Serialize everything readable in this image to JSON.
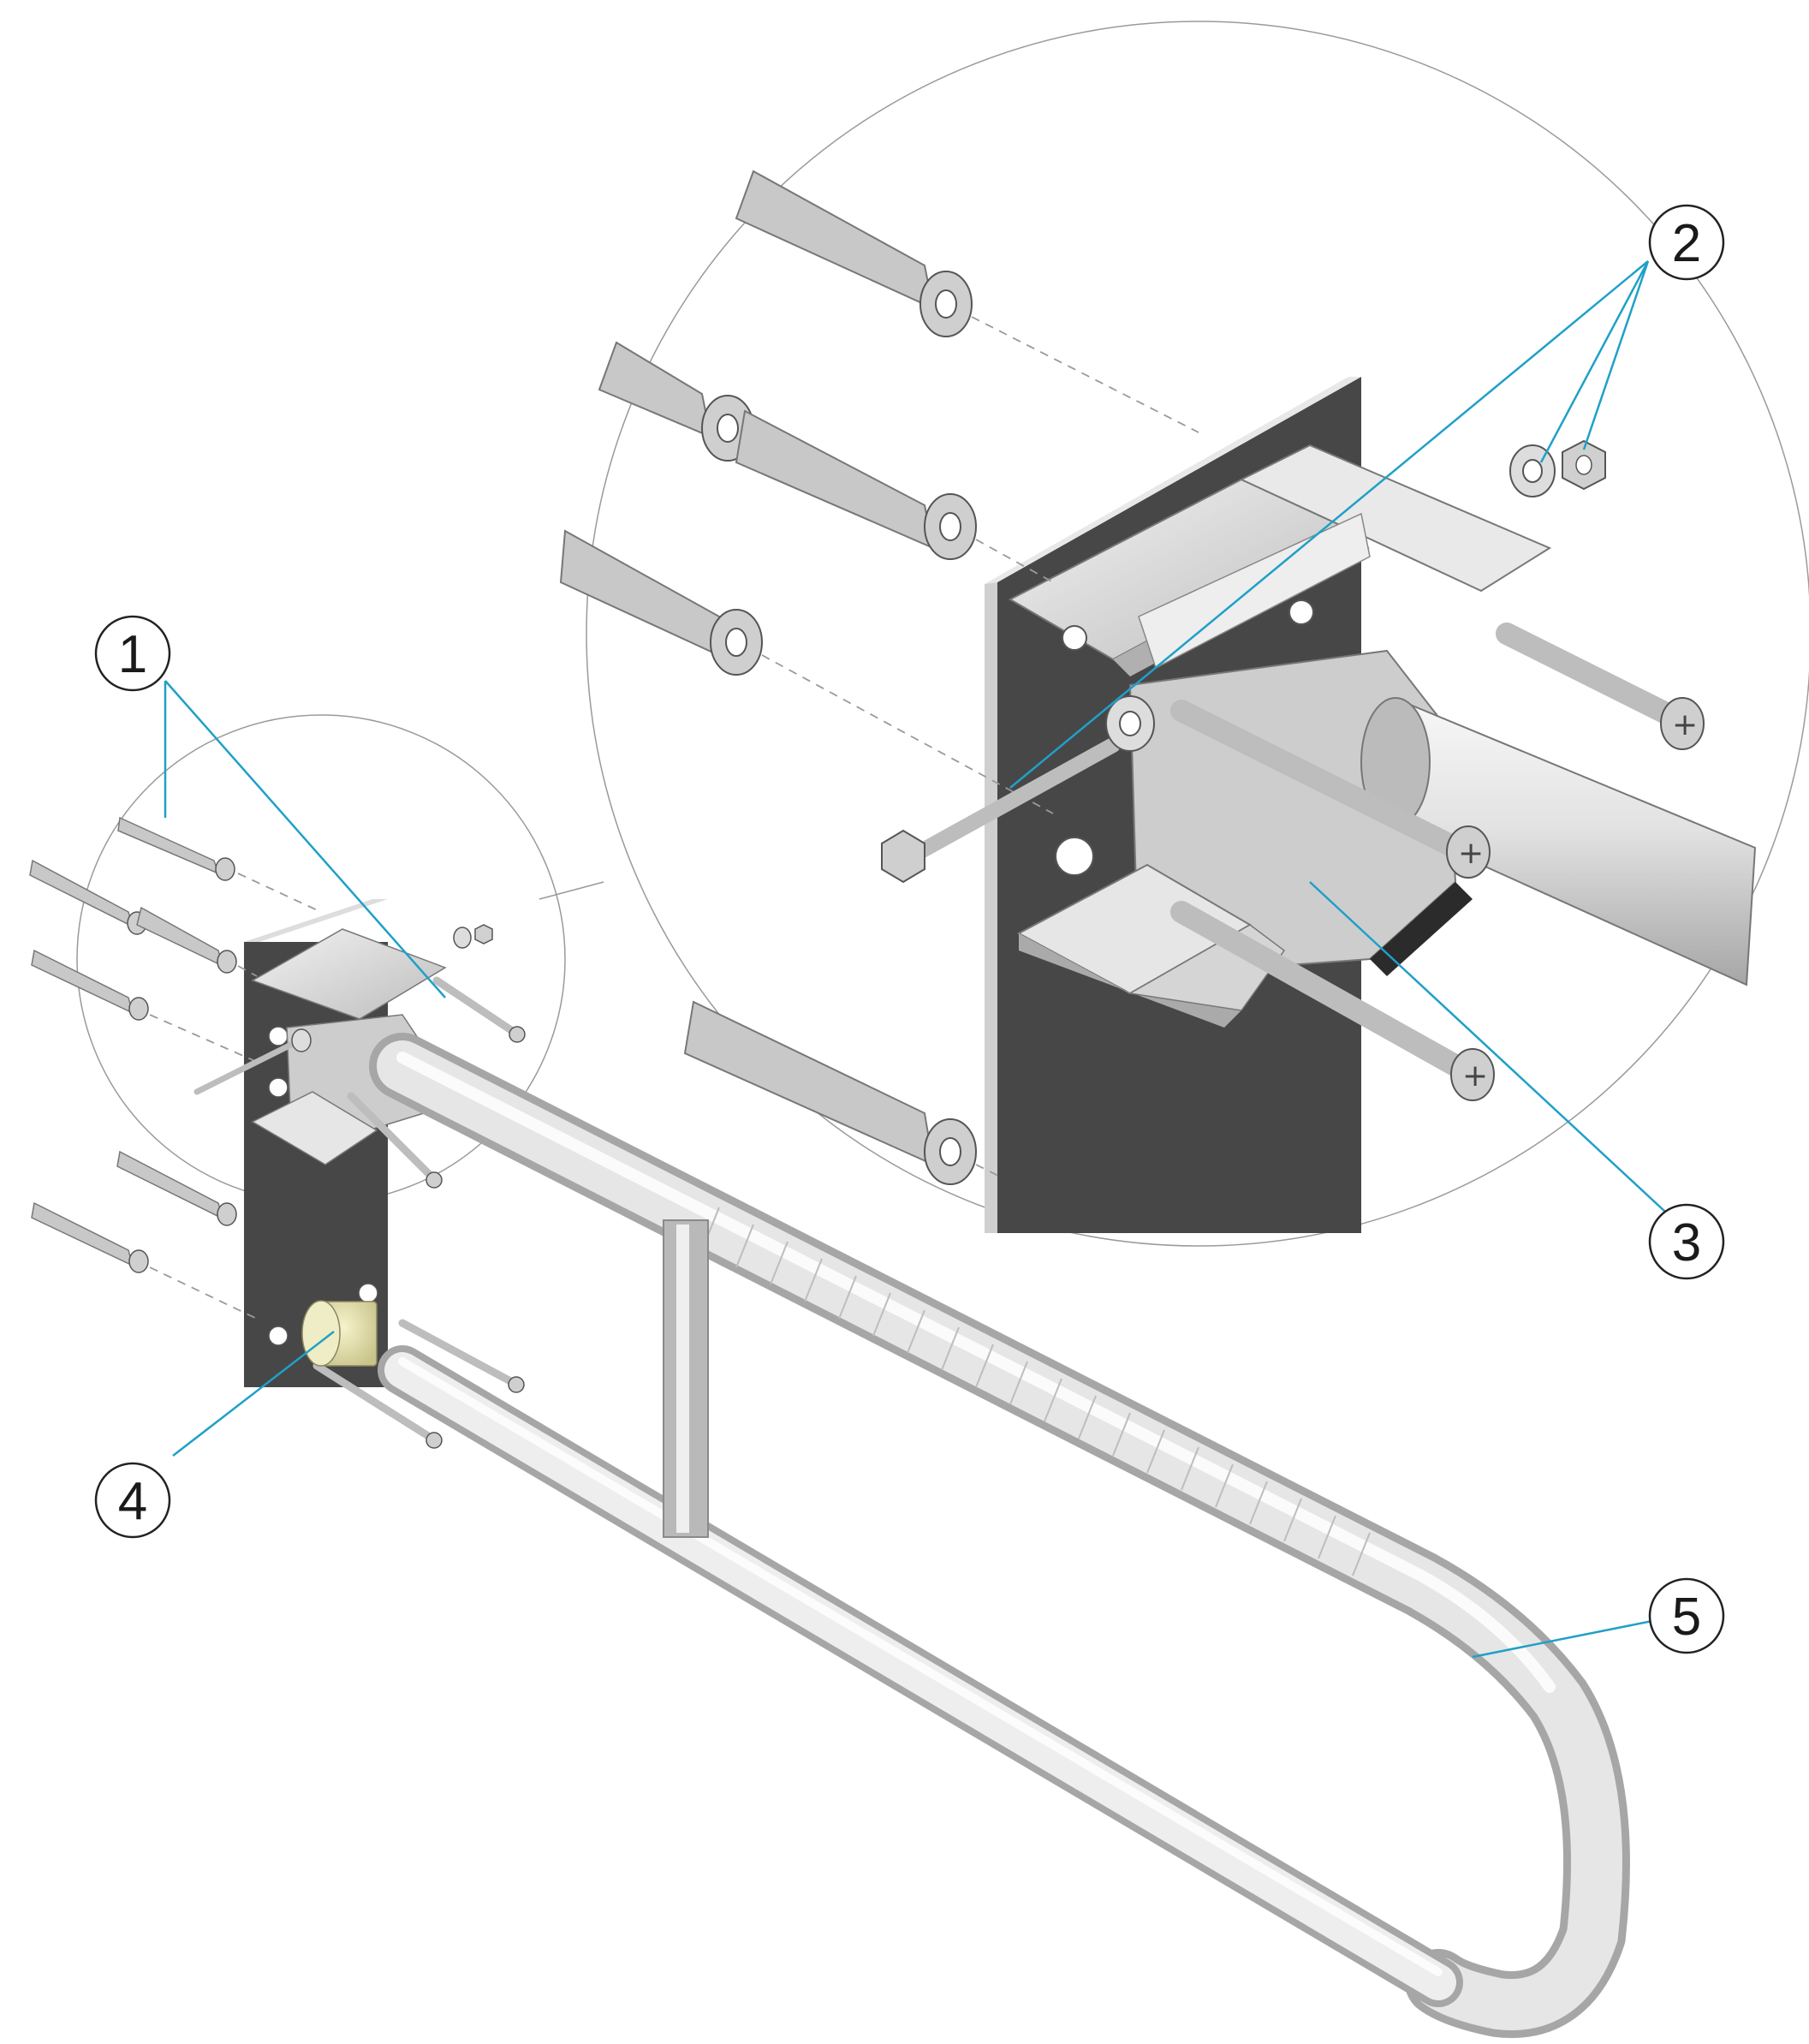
{
  "callouts": [
    {
      "id": "1",
      "label": "1"
    },
    {
      "id": "2",
      "label": "2"
    },
    {
      "id": "3",
      "label": "3"
    },
    {
      "id": "4",
      "label": "4"
    },
    {
      "id": "5",
      "label": "5"
    }
  ],
  "colors": {
    "leader": "#1fa0c8",
    "wall_plate": "#474747",
    "steel": "#d8d8d8",
    "steel_dark": "#a9a9a9",
    "plug": "#c8c8c8",
    "cap": "#e6e3b0"
  }
}
